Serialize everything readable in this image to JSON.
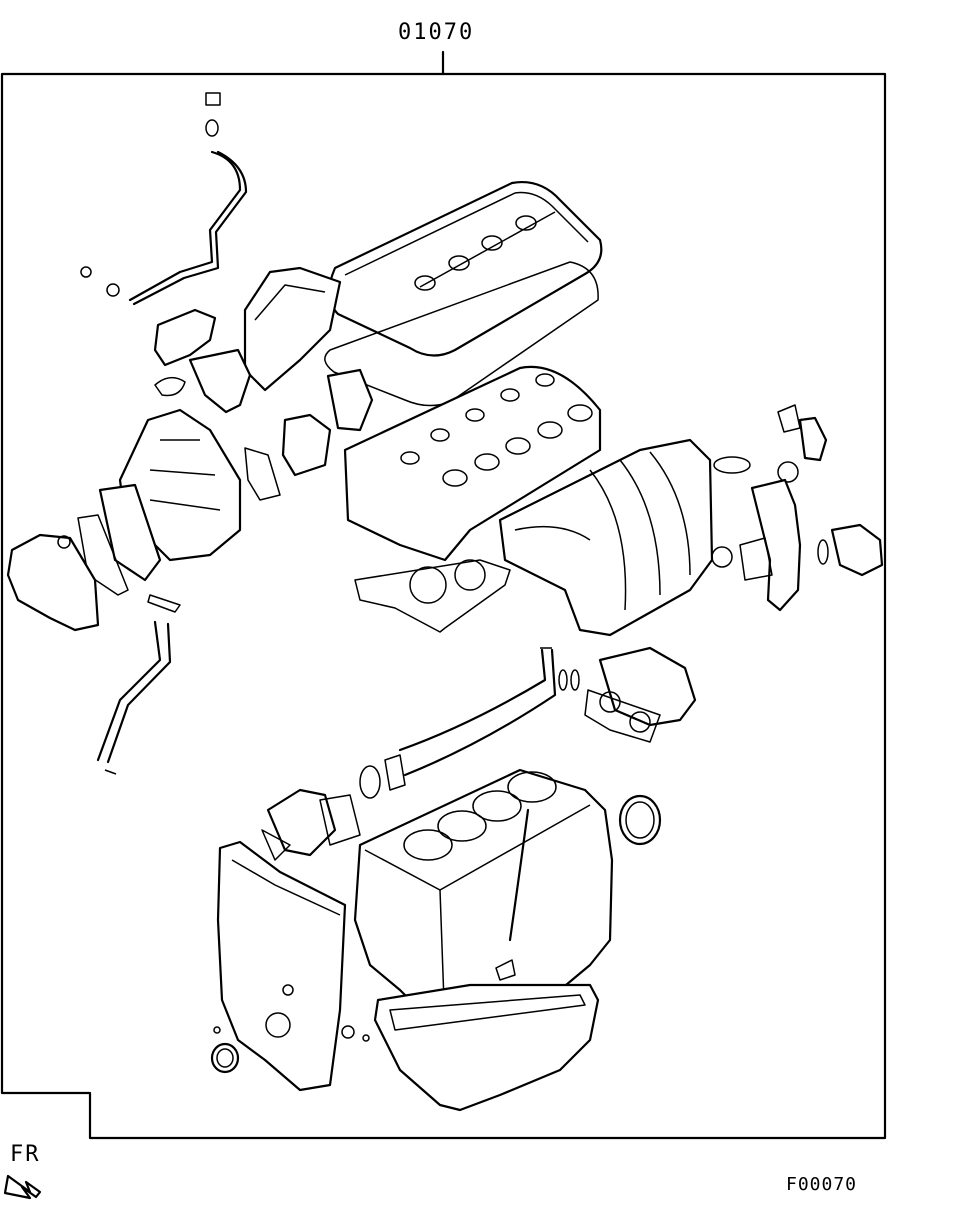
{
  "diagram": {
    "callout_part_number": "01070",
    "direction_label": "FR",
    "figure_code": "F00070"
  },
  "icons": {
    "direction_arrow": "front-direction-arrow-icon"
  }
}
